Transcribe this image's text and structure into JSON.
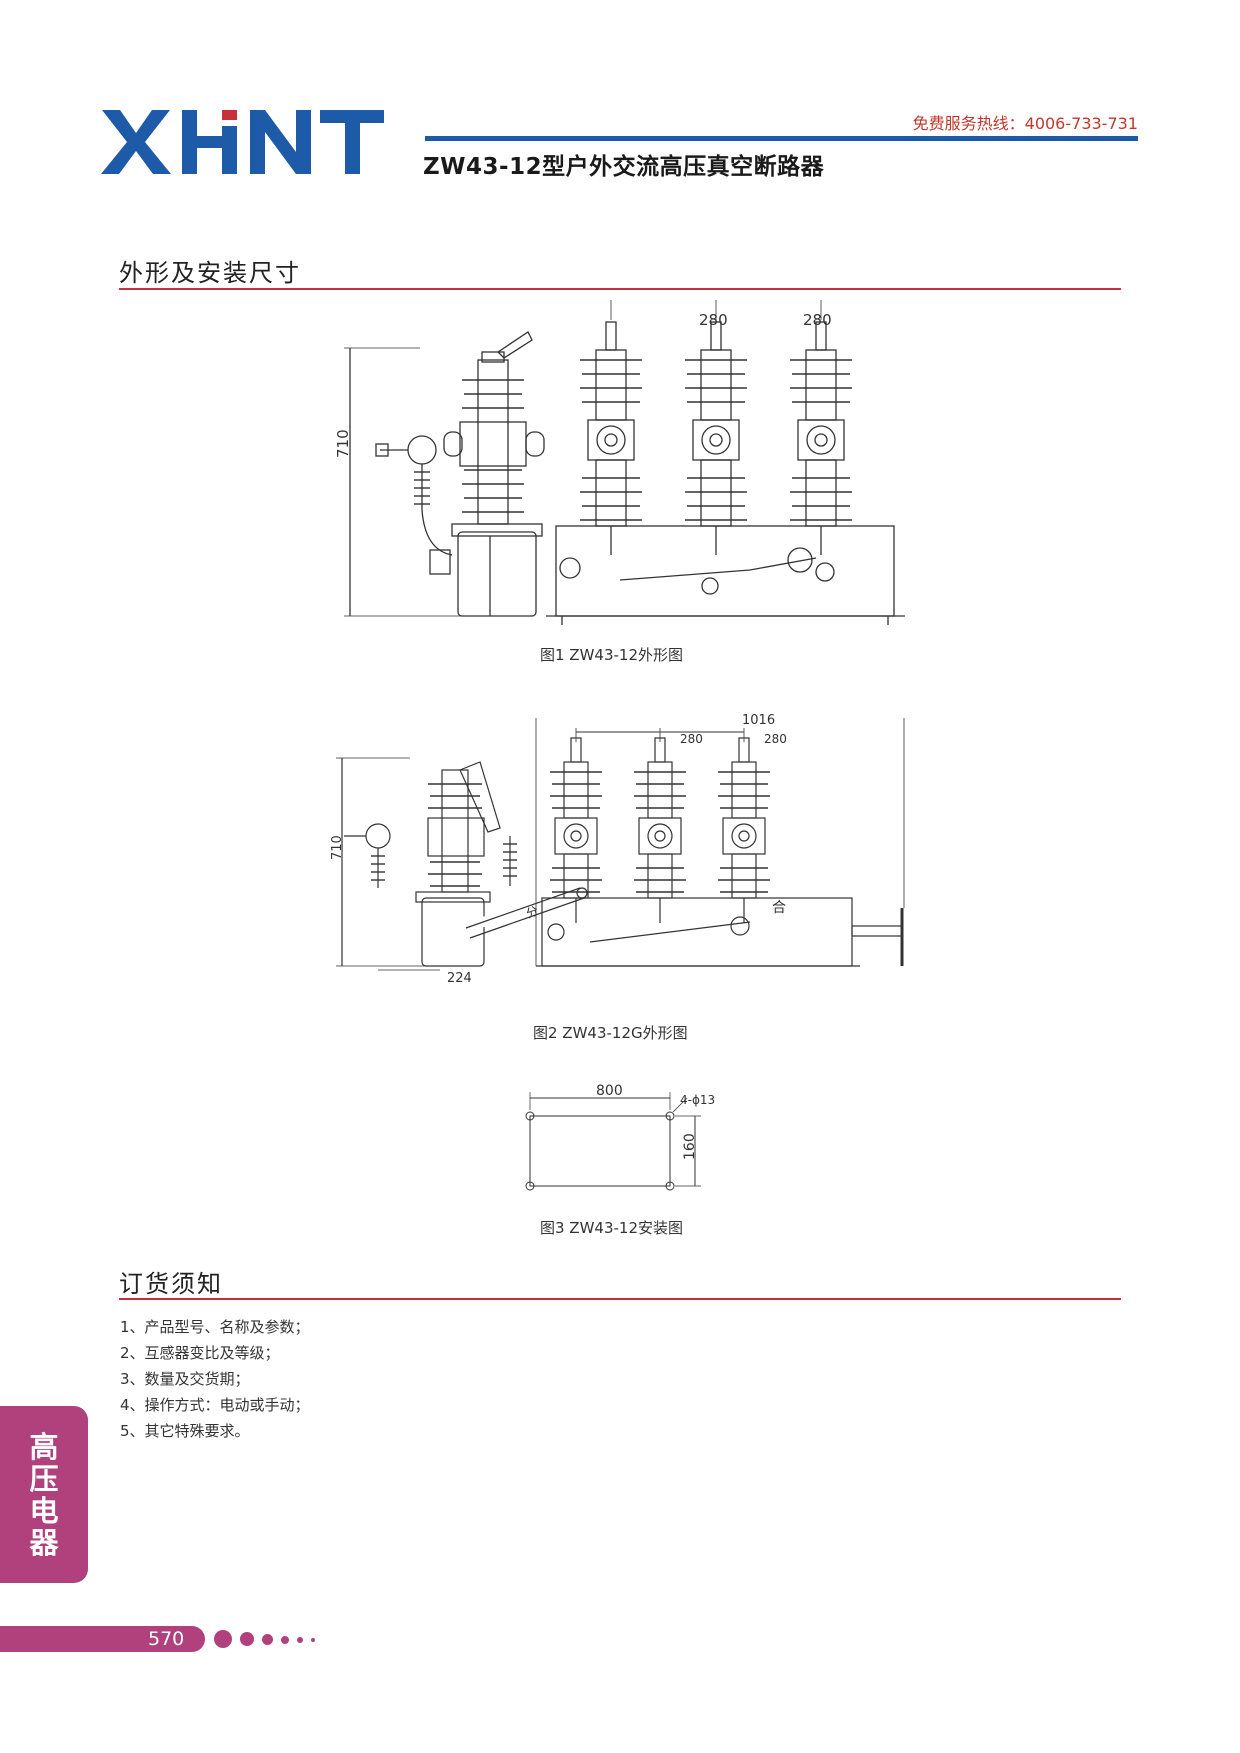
{
  "header": {
    "logo_text": "XHNT",
    "hotline": "免费服务热线：4006-733-731",
    "product_title": "ZW43-12型户外交流高压真空断路器"
  },
  "sections": {
    "dimensions_title": "外形及安装尺寸",
    "ordering_title": "订货须知"
  },
  "figures": {
    "fig1": {
      "caption": "图1   ZW43-12外形图",
      "dims": {
        "height": "710",
        "spacing_a": "280",
        "spacing_b": "280"
      }
    },
    "fig2": {
      "caption": "图2   ZW43-12G外形图",
      "dims": {
        "height": "710",
        "width": "1016",
        "spacing_a": "280",
        "spacing_b": "280",
        "base": "224"
      },
      "labels": {
        "open": "分",
        "close": "合"
      }
    },
    "fig3": {
      "caption": "图3   ZW43-12安装图",
      "dims": {
        "width": "800",
        "height": "160",
        "holes": "4-ϕ13"
      }
    }
  },
  "ordering": [
    "1、产品型号、名称及参数；",
    "2、互感器变比及等级；",
    "3、数量及交货期；",
    "4、操作方式：电动或手动；",
    "5、其它特殊要求。"
  ],
  "side_tab": [
    "高",
    "压",
    "电",
    "器"
  ],
  "footer": {
    "page_number": "570"
  },
  "colors": {
    "brand_blue": "#1d5aa8",
    "accent_red": "#c9303e",
    "magenta": "#b0417d"
  }
}
